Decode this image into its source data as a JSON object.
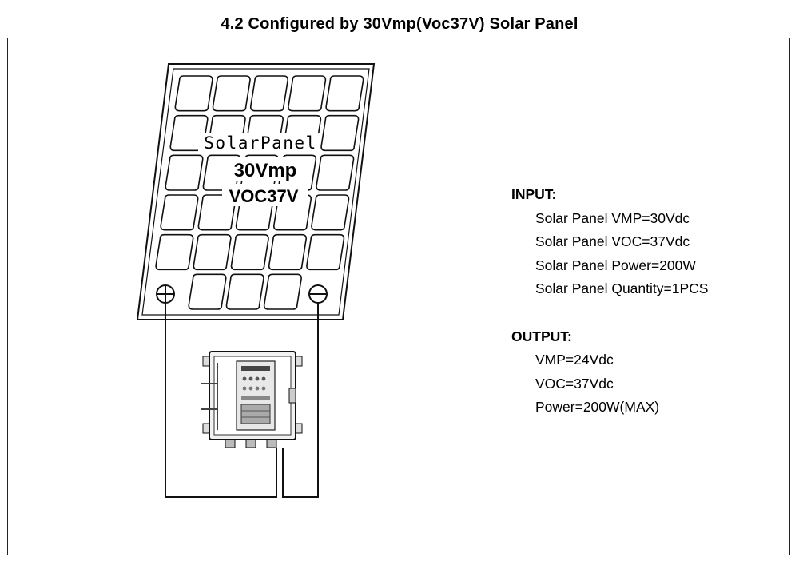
{
  "title": "4.2 Configured by 30Vmp(Voc37V) Solar Panel",
  "panel": {
    "label_line1": "SolarPanel",
    "label_line2": "30Vmp",
    "label_line3": "VOC37V",
    "positive_terminal_icon": "plus-terminal-icon",
    "negative_terminal_icon": "minus-terminal-icon"
  },
  "controller": {
    "icon": "charge-controller-icon"
  },
  "input": {
    "heading": "INPUT:",
    "items": [
      "Solar Panel VMP=30Vdc",
      "Solar Panel VOC=37Vdc",
      "Solar Panel Power=200W",
      "Solar Panel Quantity=1PCS"
    ]
  },
  "output": {
    "heading": "OUTPUT:",
    "items": [
      "VMP=24Vdc",
      "VOC=37Vdc",
      "Power=200W(MAX)"
    ]
  }
}
